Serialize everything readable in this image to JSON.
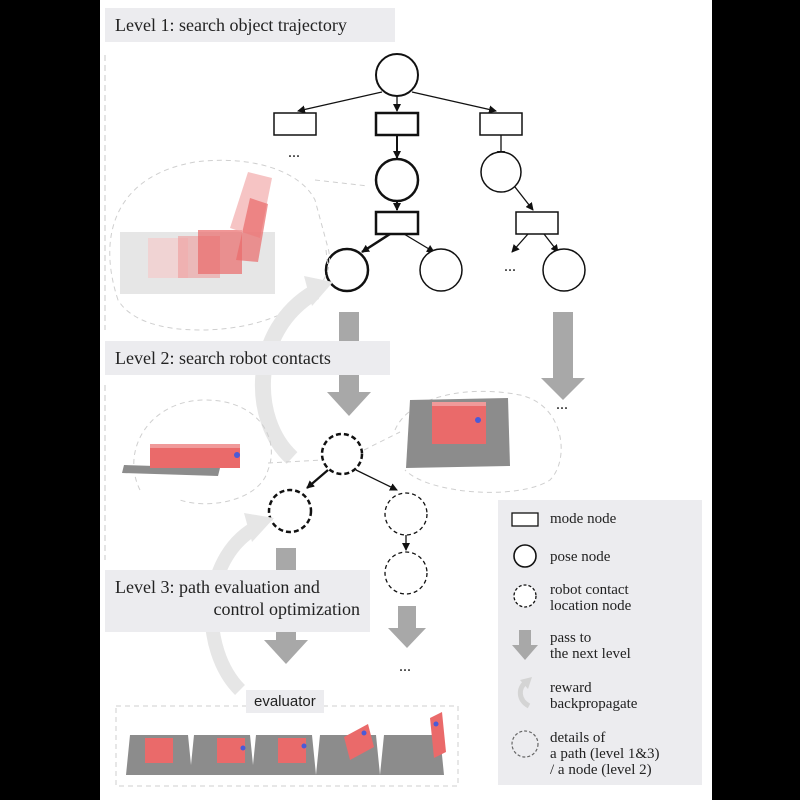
{
  "levels": {
    "level1": "Level 1: search object trajectory",
    "level2": "Level 2: search robot contacts",
    "level3_line1": "Level 3: path evaluation and",
    "level3_line2": "control optimization"
  },
  "ellipsis": "...",
  "evaluator": "evaluator",
  "legend": {
    "mode_node": "mode node",
    "pose_node": "pose node",
    "contact_node_line1": "robot contact",
    "contact_node_line2": "location node",
    "pass_line1": "pass to",
    "pass_line2": "the next level",
    "reward_line1": "reward",
    "reward_line2": "backpropagate",
    "details_line1": "details of",
    "details_line2": "a path (level 1&3)",
    "details_line3": "/ a node (level 2)"
  },
  "colors": {
    "block_red": "#ea6a6a",
    "plate_gray": "#8c8c8c",
    "panel_bg": "#ececef",
    "arrow_gray": "#a8a8a8",
    "contact_blue": "#4a5bd8"
  }
}
